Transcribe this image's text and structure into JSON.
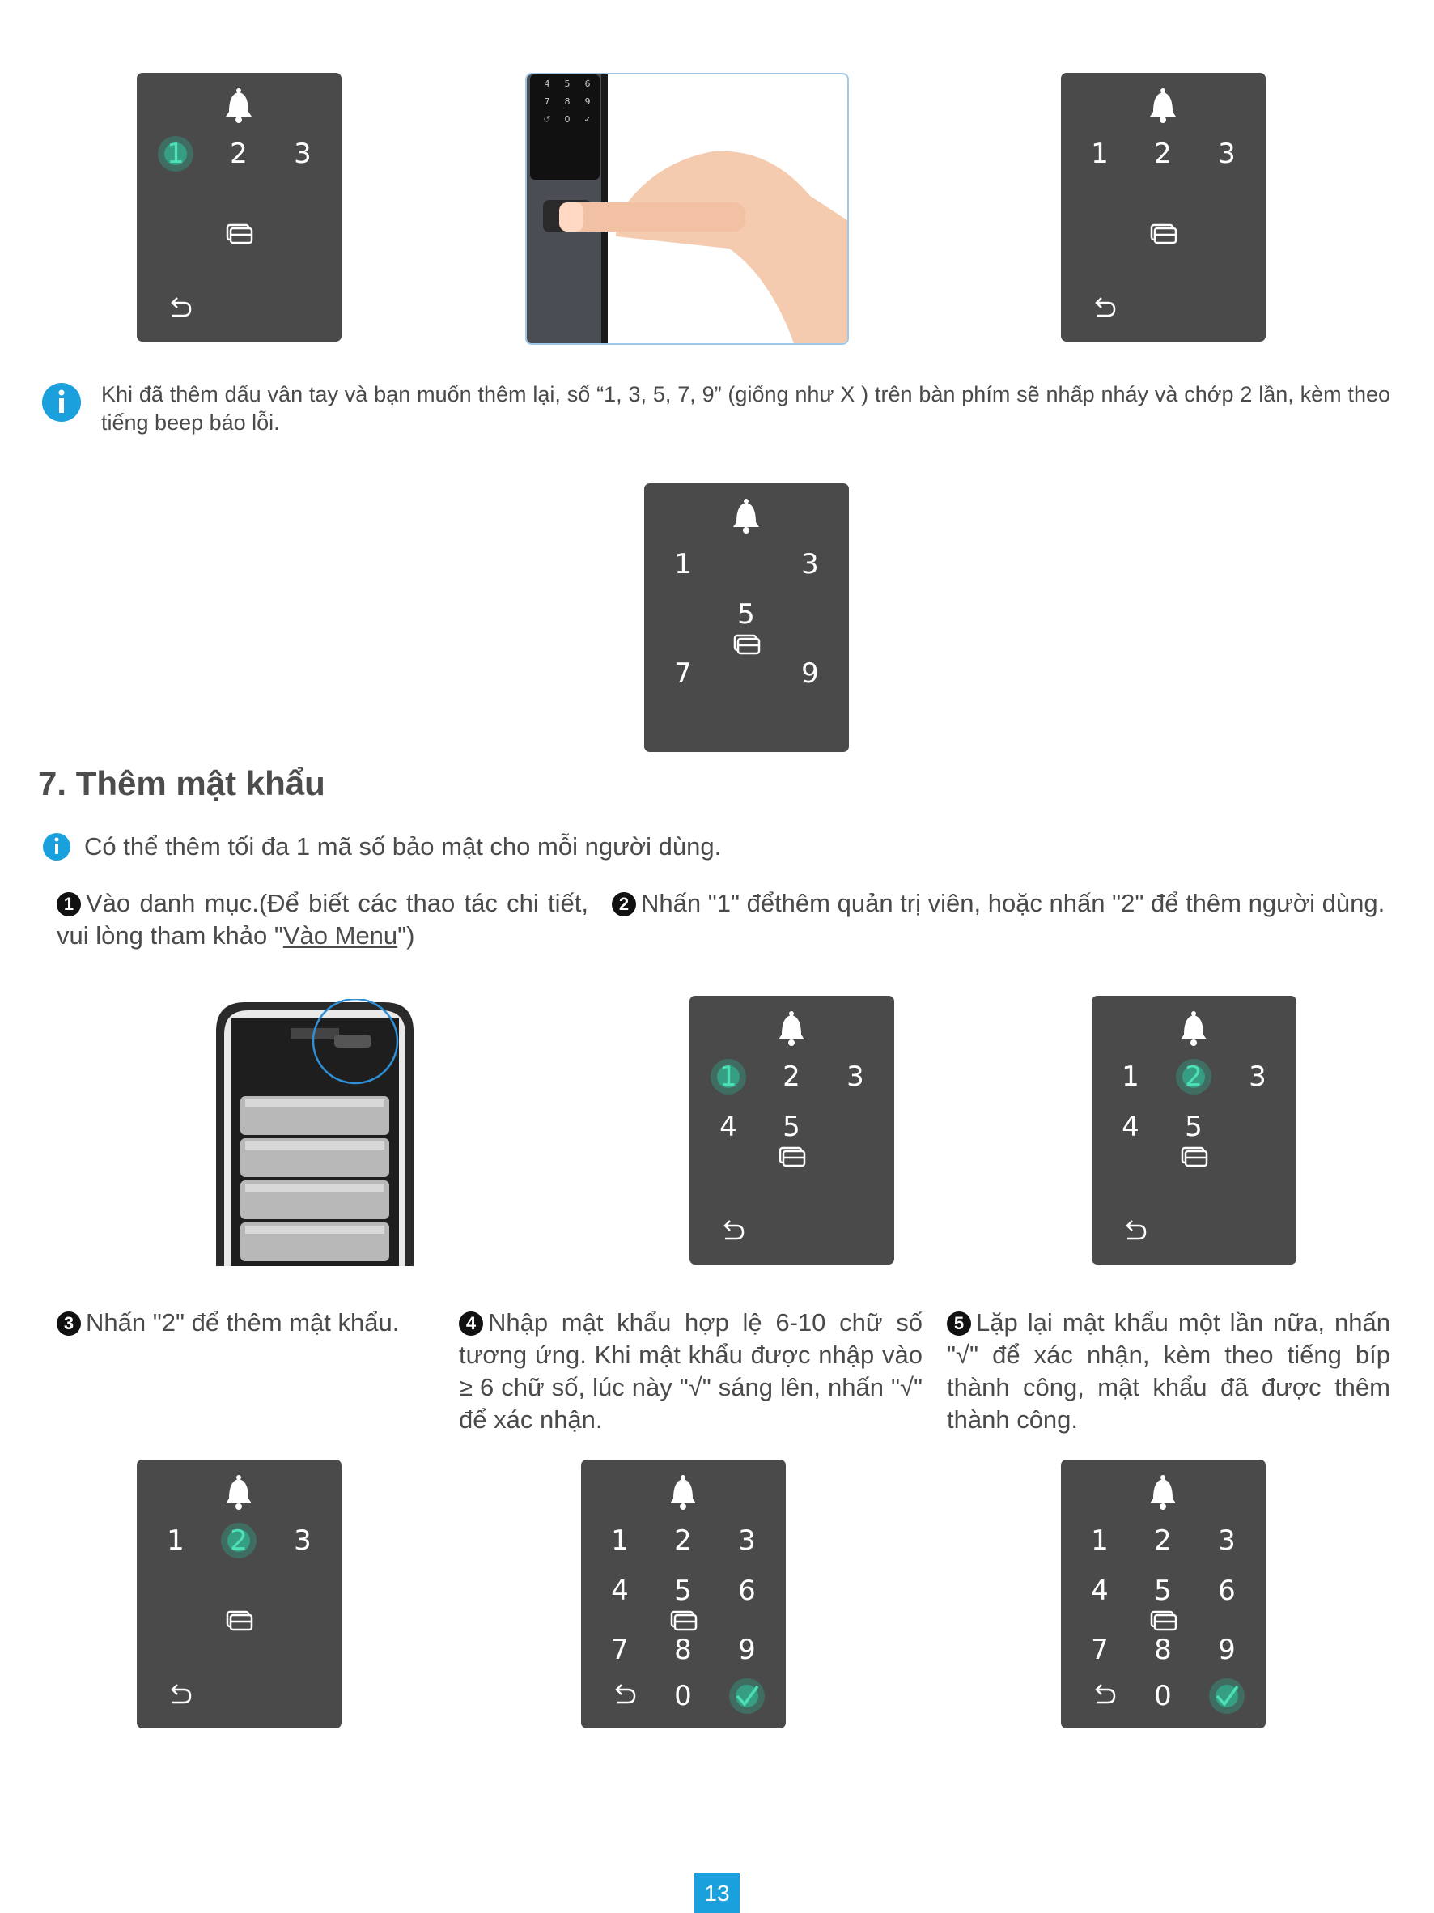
{
  "note1": {
    "text": "Khi đã thêm dấu vân tay và bạn muốn thêm lại, số “1, 3, 5, 7, 9” (giống như X ) trên bàn phím sẽ nhấp nháy và chớp 2 lần, kèm theo tiếng beep báo lỗi."
  },
  "section7": {
    "title": "7. Thêm mật khẩu",
    "info": "Có thể thêm tối đa 1 mã số bảo mật cho mỗi người dùng."
  },
  "steps": [
    {
      "num": "1",
      "text": "Vào danh mục.(Để biết các thao tác chi tiết, vui lòng tham khảo \"",
      "link": "Vào Menu",
      "tail": "\")"
    },
    {
      "num": "2",
      "text": "Nhấn \"1\" đểthêm quản trị viên, hoặc nhấn \"2\" để thêm người dùng."
    },
    {
      "num": "3",
      "text": "Nhấn \"2\" để thêm mật khẩu."
    },
    {
      "num": "4",
      "text": "Nhập mật khẩu hợp lệ 6-10 chữ số tương ứng. Khi mật khẩu được nhập vào ≥ 6 chữ số, lúc này \"√\" sáng lên, nhấn \"√\" để xác nhận."
    },
    {
      "num": "5",
      "text": "Lặp lại mật khẩu một lần nữa, nhấn \"√\" để xác nhận, kèm theo tiếng bíp thành công, mật khẩu đã được thêm thành công."
    }
  ],
  "page_number": "13",
  "colors": {
    "keypad": "#4a4a4a",
    "highlight": "#2fbf9a",
    "info": "#1aa0dc"
  }
}
